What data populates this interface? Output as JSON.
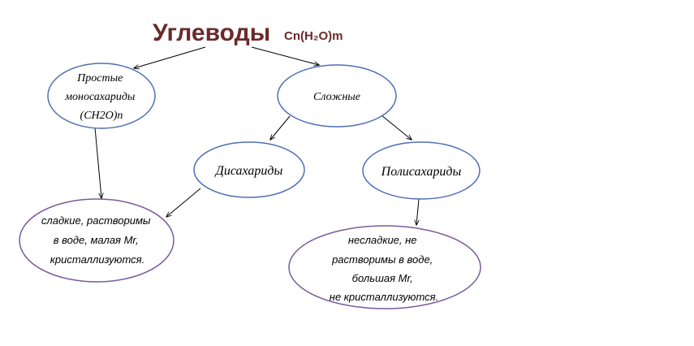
{
  "title": {
    "main": "Углеводы",
    "formula": "Cn(H₂O)m"
  },
  "nodes": {
    "simple": {
      "lines": [
        "Простые",
        "моносахариды",
        "(CH2O)n"
      ]
    },
    "complex": {
      "label": "Сложные"
    },
    "disaccharides": {
      "label": "Дисахариды"
    },
    "polysaccharides": {
      "label": "Полисахариды"
    },
    "sweet_props": {
      "lines": [
        "сладкие, растворимы",
        "в воде, малая Mr,",
        "кристаллизуются."
      ]
    },
    "nonsweet_props": {
      "lines": [
        "несладкие, не",
        "растворимы в воде,",
        "большая Mr,",
        "не кристаллизуются."
      ]
    }
  },
  "colors": {
    "title": "#6b2a2a",
    "blue_ellipse": "#4f6fb6",
    "purple_ellipse": "#7b5a9e"
  }
}
